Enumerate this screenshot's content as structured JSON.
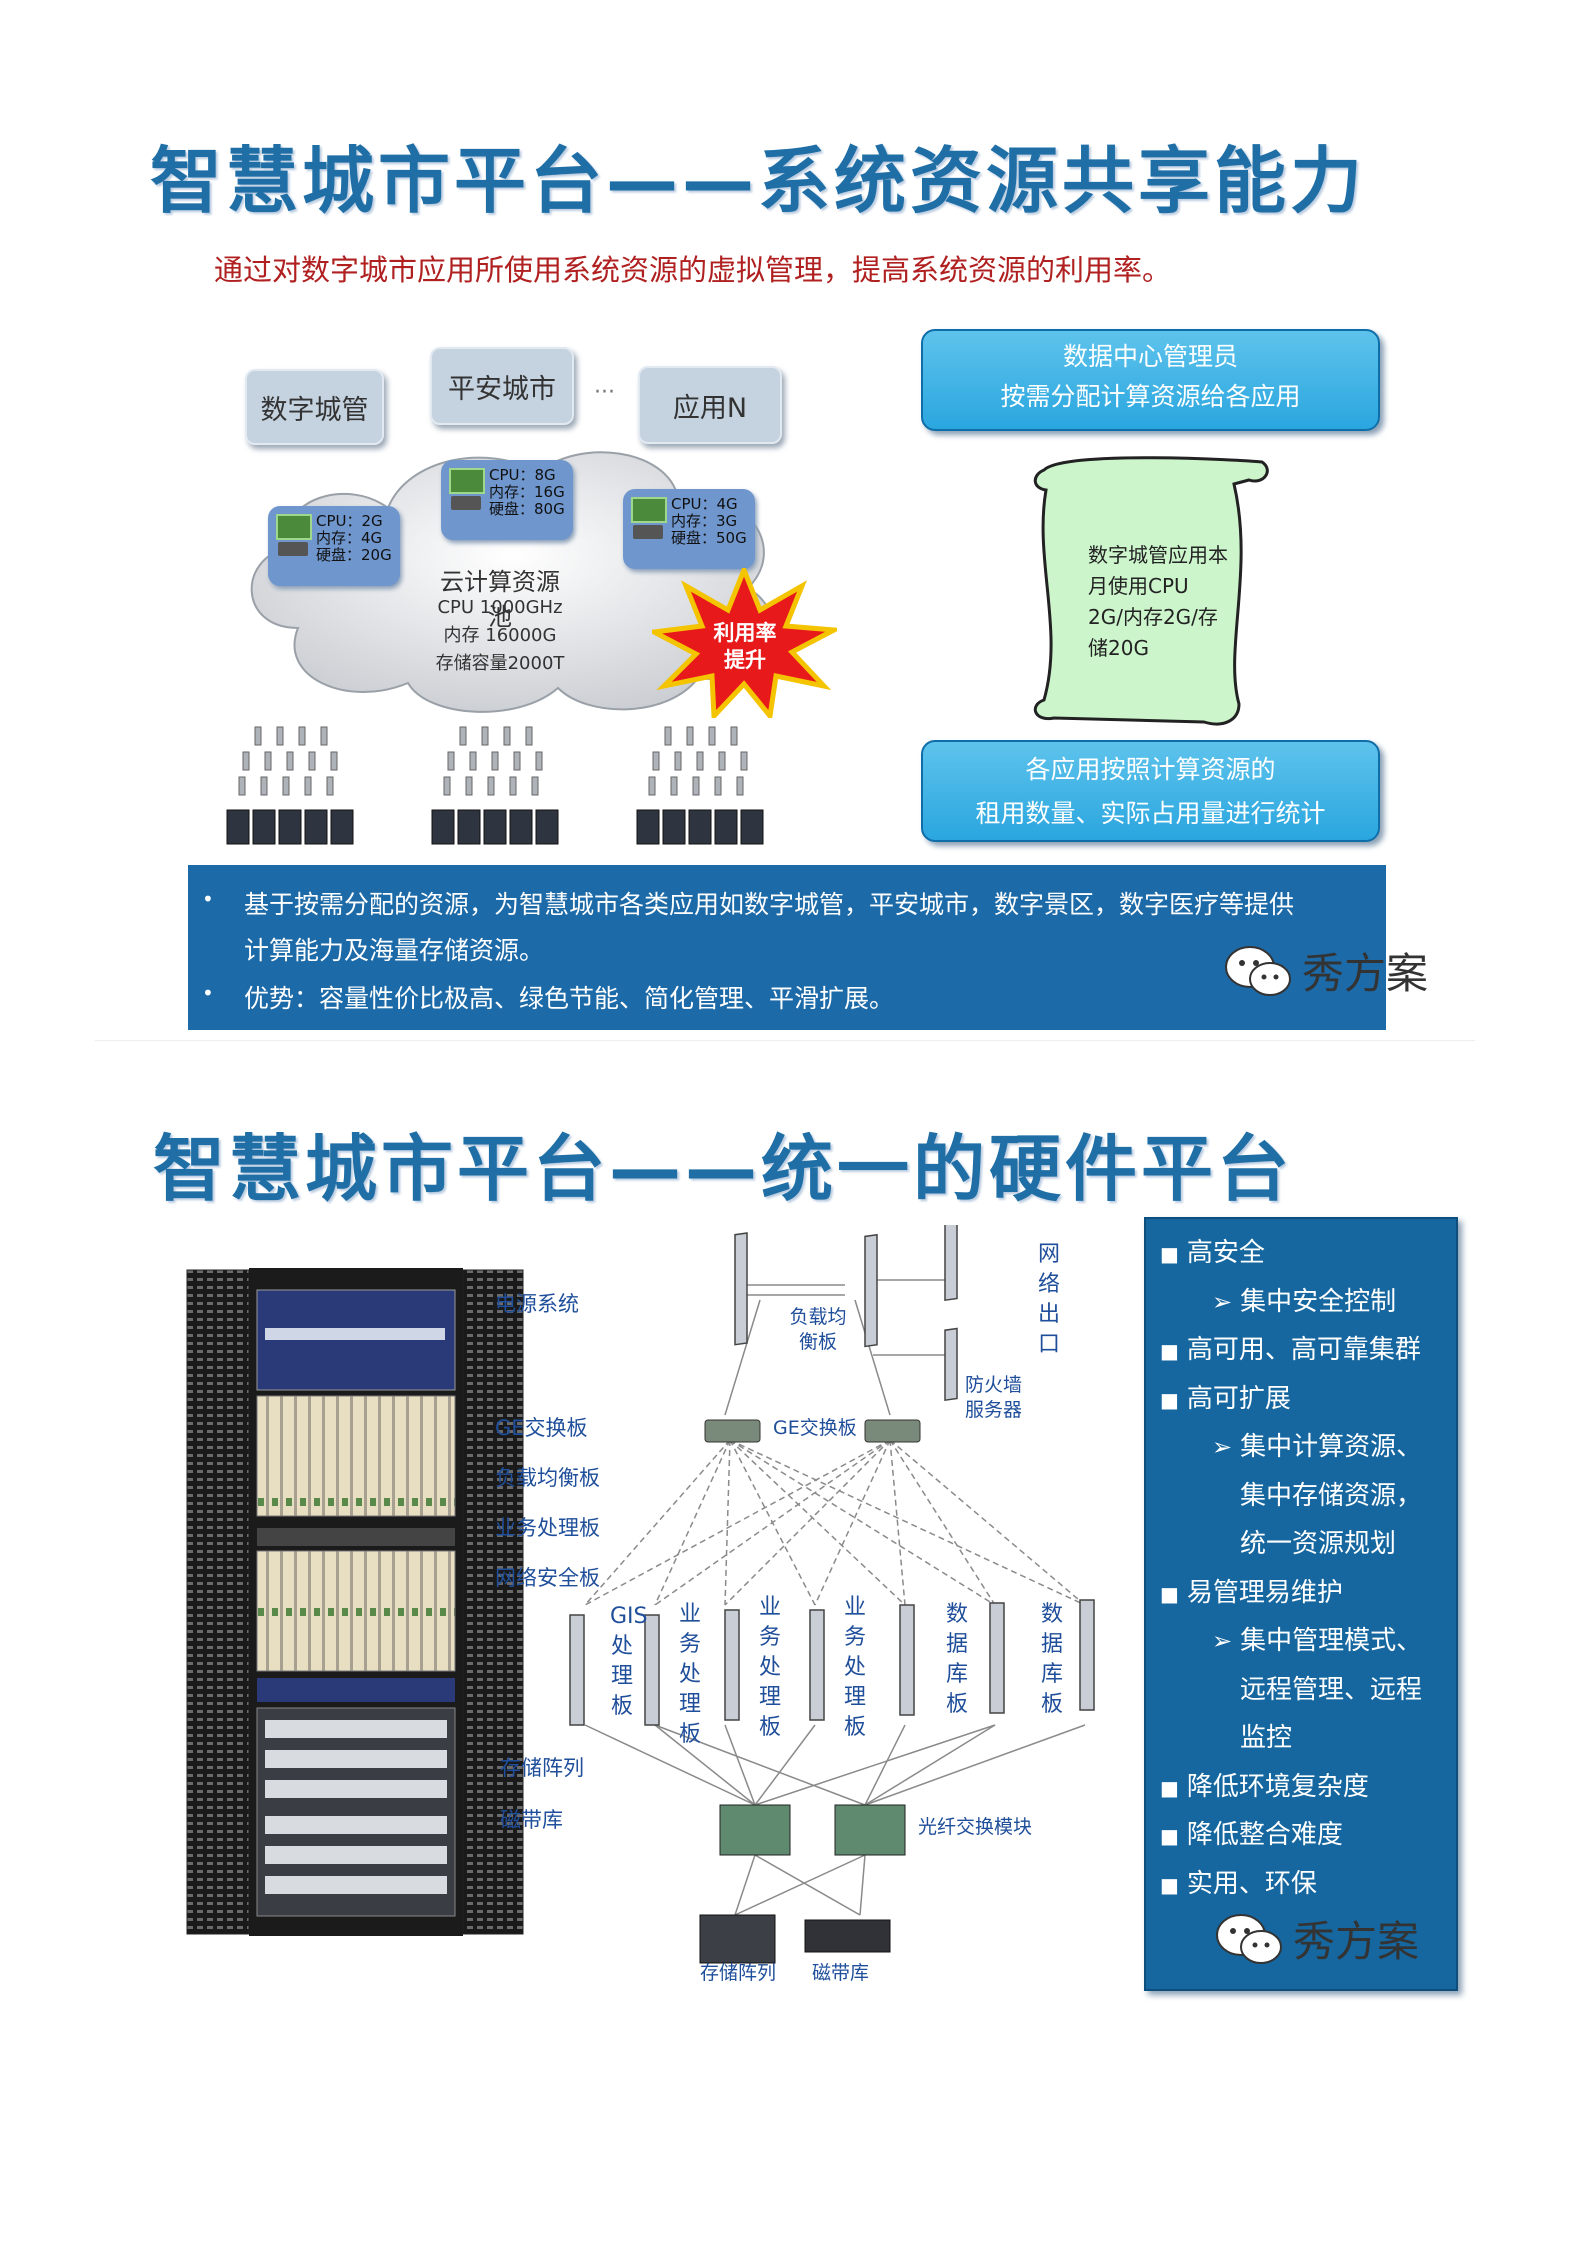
{
  "section1": {
    "title": "智慧城市平台——系统资源共享能力",
    "subtitle": "通过对数字城市应用所使用系统资源的虚拟管理，提高系统资源的利用率。",
    "apps": [
      "数字城管",
      "平安城市",
      "···",
      "应用N"
    ],
    "cloud": {
      "title": "云计算资源池",
      "lines": [
        "CPU 1000GHz",
        "内存 16000G",
        "存储容量2000T"
      ]
    },
    "resource_cards": [
      {
        "cpu": "CPU：2G",
        "mem": "内存：4G",
        "disk": "硬盘：20G"
      },
      {
        "cpu": "CPU：8G",
        "mem": "内存：16G",
        "disk": "硬盘：80G"
      },
      {
        "cpu": "CPU：4G",
        "mem": "内存：3G",
        "disk": "硬盘：50G"
      }
    ],
    "starburst": {
      "line1": "利用率",
      "line2": "提升"
    },
    "admin_banner": {
      "line1": "数据中心管理员",
      "line2": "按需分配计算资源给各应用"
    },
    "scroll": {
      "lines": [
        "数字城管应用本",
        "月使用CPU",
        "2G/内存2G/存",
        "储20G"
      ]
    },
    "stats_banner": {
      "line1": "各应用按照计算资源的",
      "line2": "租用数量、实际占用量进行统计"
    },
    "bottom_band": {
      "bullet": "•",
      "line1": "基于按需分配的资源，为智慧城市各类应用如数字城管，平安城市，数字景区，数字医疗等提供",
      "line2": "计算能力及海量存储资源。",
      "line3": "优势：容量性价比极高、绿色节能、简化管理、平滑扩展。"
    },
    "watermark": "秀方案"
  },
  "section2": {
    "title": "智慧城市平台——统一的硬件平台",
    "rack_labels": [
      "电源系统",
      "GE交换板",
      "负载均衡板",
      "业务处理板",
      "网络安全板",
      "存储阵列",
      "磁带库"
    ],
    "topology": {
      "load_balancer": "负载均衡板",
      "network_exit": "网络出口",
      "firewall": "防火墙服务器",
      "ge_switch": "GE交换板",
      "blades": [
        "GIS处理板",
        "业务处理板",
        "业务处理板",
        "业务处理板",
        "数据库板",
        "数据库板"
      ],
      "fiber_switch": "光纤交换模块",
      "storage_array": "存储阵列",
      "tape_library": "磁带库"
    },
    "features": [
      {
        "level": 1,
        "text": "高安全"
      },
      {
        "level": 2,
        "text": "集中安全控制"
      },
      {
        "level": 1,
        "text": "高可用、高可靠集群"
      },
      {
        "level": 1,
        "text": "高可扩展"
      },
      {
        "level": 2,
        "text": "集中计算资源、"
      },
      {
        "level": 3,
        "text": "集中存储资源，"
      },
      {
        "level": 3,
        "text": "统一资源规划"
      },
      {
        "level": 1,
        "text": "易管理易维护"
      },
      {
        "level": 2,
        "text": "集中管理模式、"
      },
      {
        "level": 3,
        "text": "远程管理、远程"
      },
      {
        "level": 3,
        "text": "监控"
      },
      {
        "level": 1,
        "text": "降低环境复杂度"
      },
      {
        "level": 1,
        "text": "降低整合难度"
      },
      {
        "level": 1,
        "text": "实用、环保"
      }
    ],
    "markers": {
      "square": "■",
      "arrow": "➢"
    },
    "watermark": "秀方案"
  },
  "colors": {
    "title_blue": "#1f6fa6",
    "subtitle_red": "#b02020",
    "band_blue": "#1d6aa8",
    "label_blue": "#1f4e9a"
  }
}
